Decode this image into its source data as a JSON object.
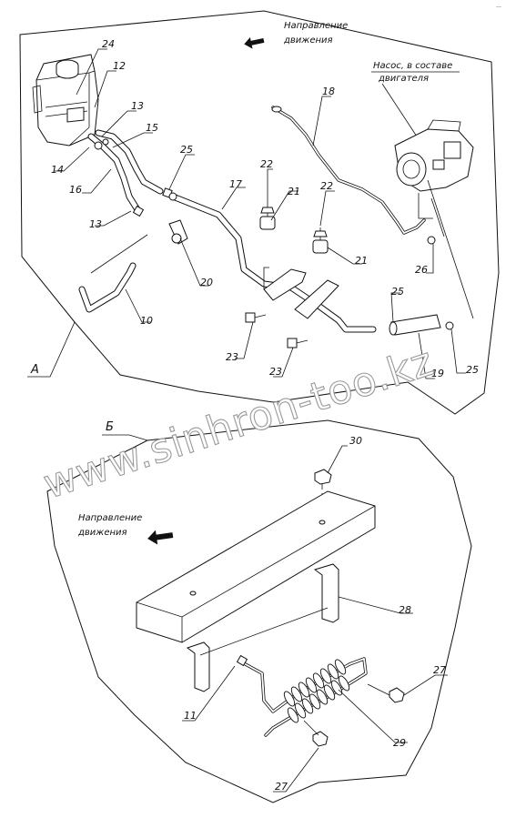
{
  "header": {
    "corner_mark": "···"
  },
  "view_a": {
    "section_label": "А",
    "direction_caption": [
      "Направление",
      "движения"
    ],
    "pump_caption": [
      "Насос, в составе",
      "двигателя"
    ],
    "callouts": [
      "24",
      "12",
      "13",
      "15",
      "14",
      "16",
      "13",
      "25",
      "22",
      "17",
      "21",
      "22",
      "18",
      "20",
      "21",
      "26",
      "10",
      "25",
      "23",
      "23",
      "19",
      "25"
    ]
  },
  "view_b": {
    "section_label": "Б",
    "direction_caption": [
      "Направление",
      "движения"
    ],
    "callouts": [
      "30",
      "28",
      "27",
      "11",
      "29",
      "27"
    ]
  },
  "watermark": "www.sinhron-too.kz"
}
